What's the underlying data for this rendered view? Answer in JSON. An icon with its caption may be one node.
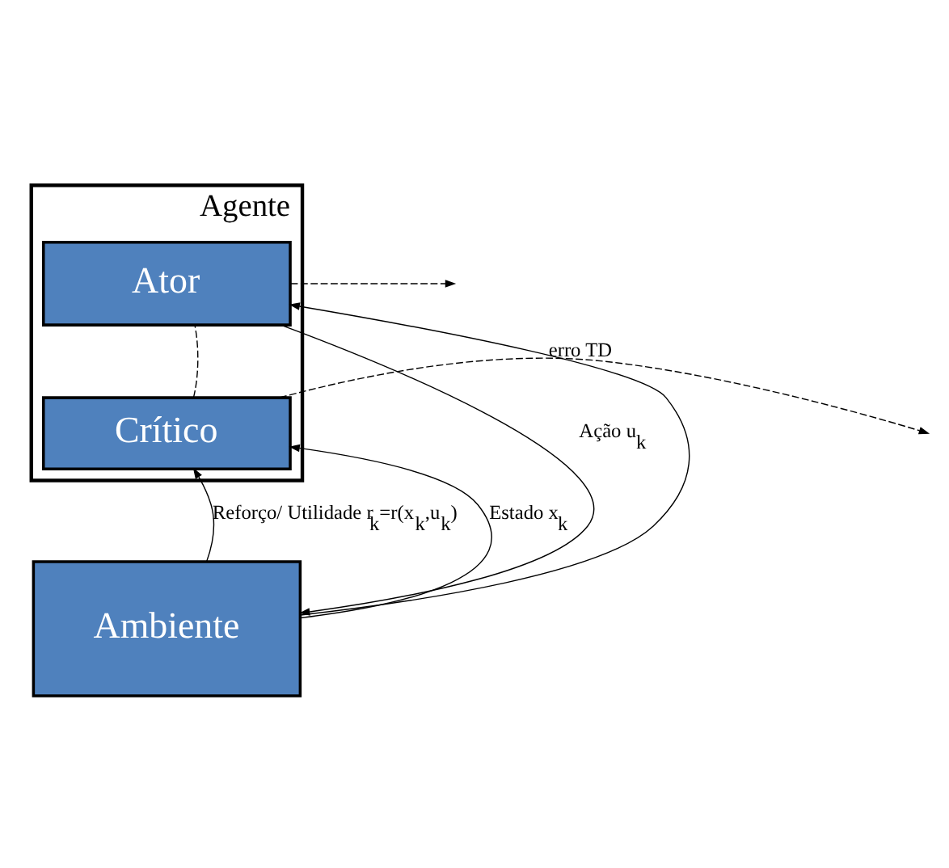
{
  "diagram": {
    "nodes": [
      {
        "text": [
          "Agente"
        ]
      },
      {
        "text": [
          "Ator"
        ],
        "in": 0
      },
      {
        "text": [
          "Crítico"
        ],
        "in": 0
      },
      {
        "text": [
          "Ambiente"
        ]
      }
    ],
    "edges": [
      {
        "from": 1,
        "to": 3,
        "arrow": "to",
        "label": "Ação u$_{k}$"
      },
      {
        "from": 3,
        "to": 2,
        "arrow": "to",
        "label": "Reforço/ Utilidade r$_{k}$=r(x$_{k}$,u$_{k}$)"
      },
      {
        "from": 3,
        "to": 1,
        "arrow": "to"
      },
      {
        "from": 3,
        "to": 2,
        "arrow": "to",
        "label": "Estado x$_{k}$"
      },
      {
        "from": 2,
        "to": null,
        "arrow": "to",
        "style": "dashed",
        "label": "erro TD"
      },
      {
        "from": 2,
        "to": 1,
        "arrow": "none",
        "style": "dashed"
      },
      {
        "from": 1,
        "to": null,
        "arrow": "to",
        "style": "dashed"
      }
    ]
  }
}
